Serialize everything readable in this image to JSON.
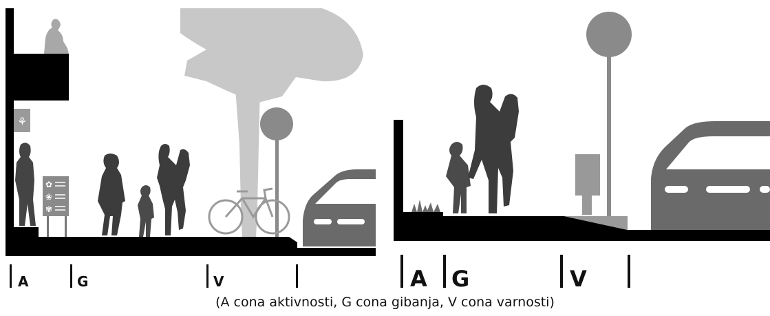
{
  "left_panel": {
    "zone_markers": [
      "A",
      "G",
      "V"
    ]
  },
  "right_panel": {
    "zone_markers": [
      "A",
      "G",
      "V"
    ]
  },
  "caption": "(A cona aktivnosti, G cona gibanja, V cona varnosti)",
  "colors": {
    "ground": "#000000",
    "person": "#3c3c3c",
    "tree": "#c6c6c6",
    "sign": "#8a8a8a",
    "car": "#6a6a6a"
  }
}
